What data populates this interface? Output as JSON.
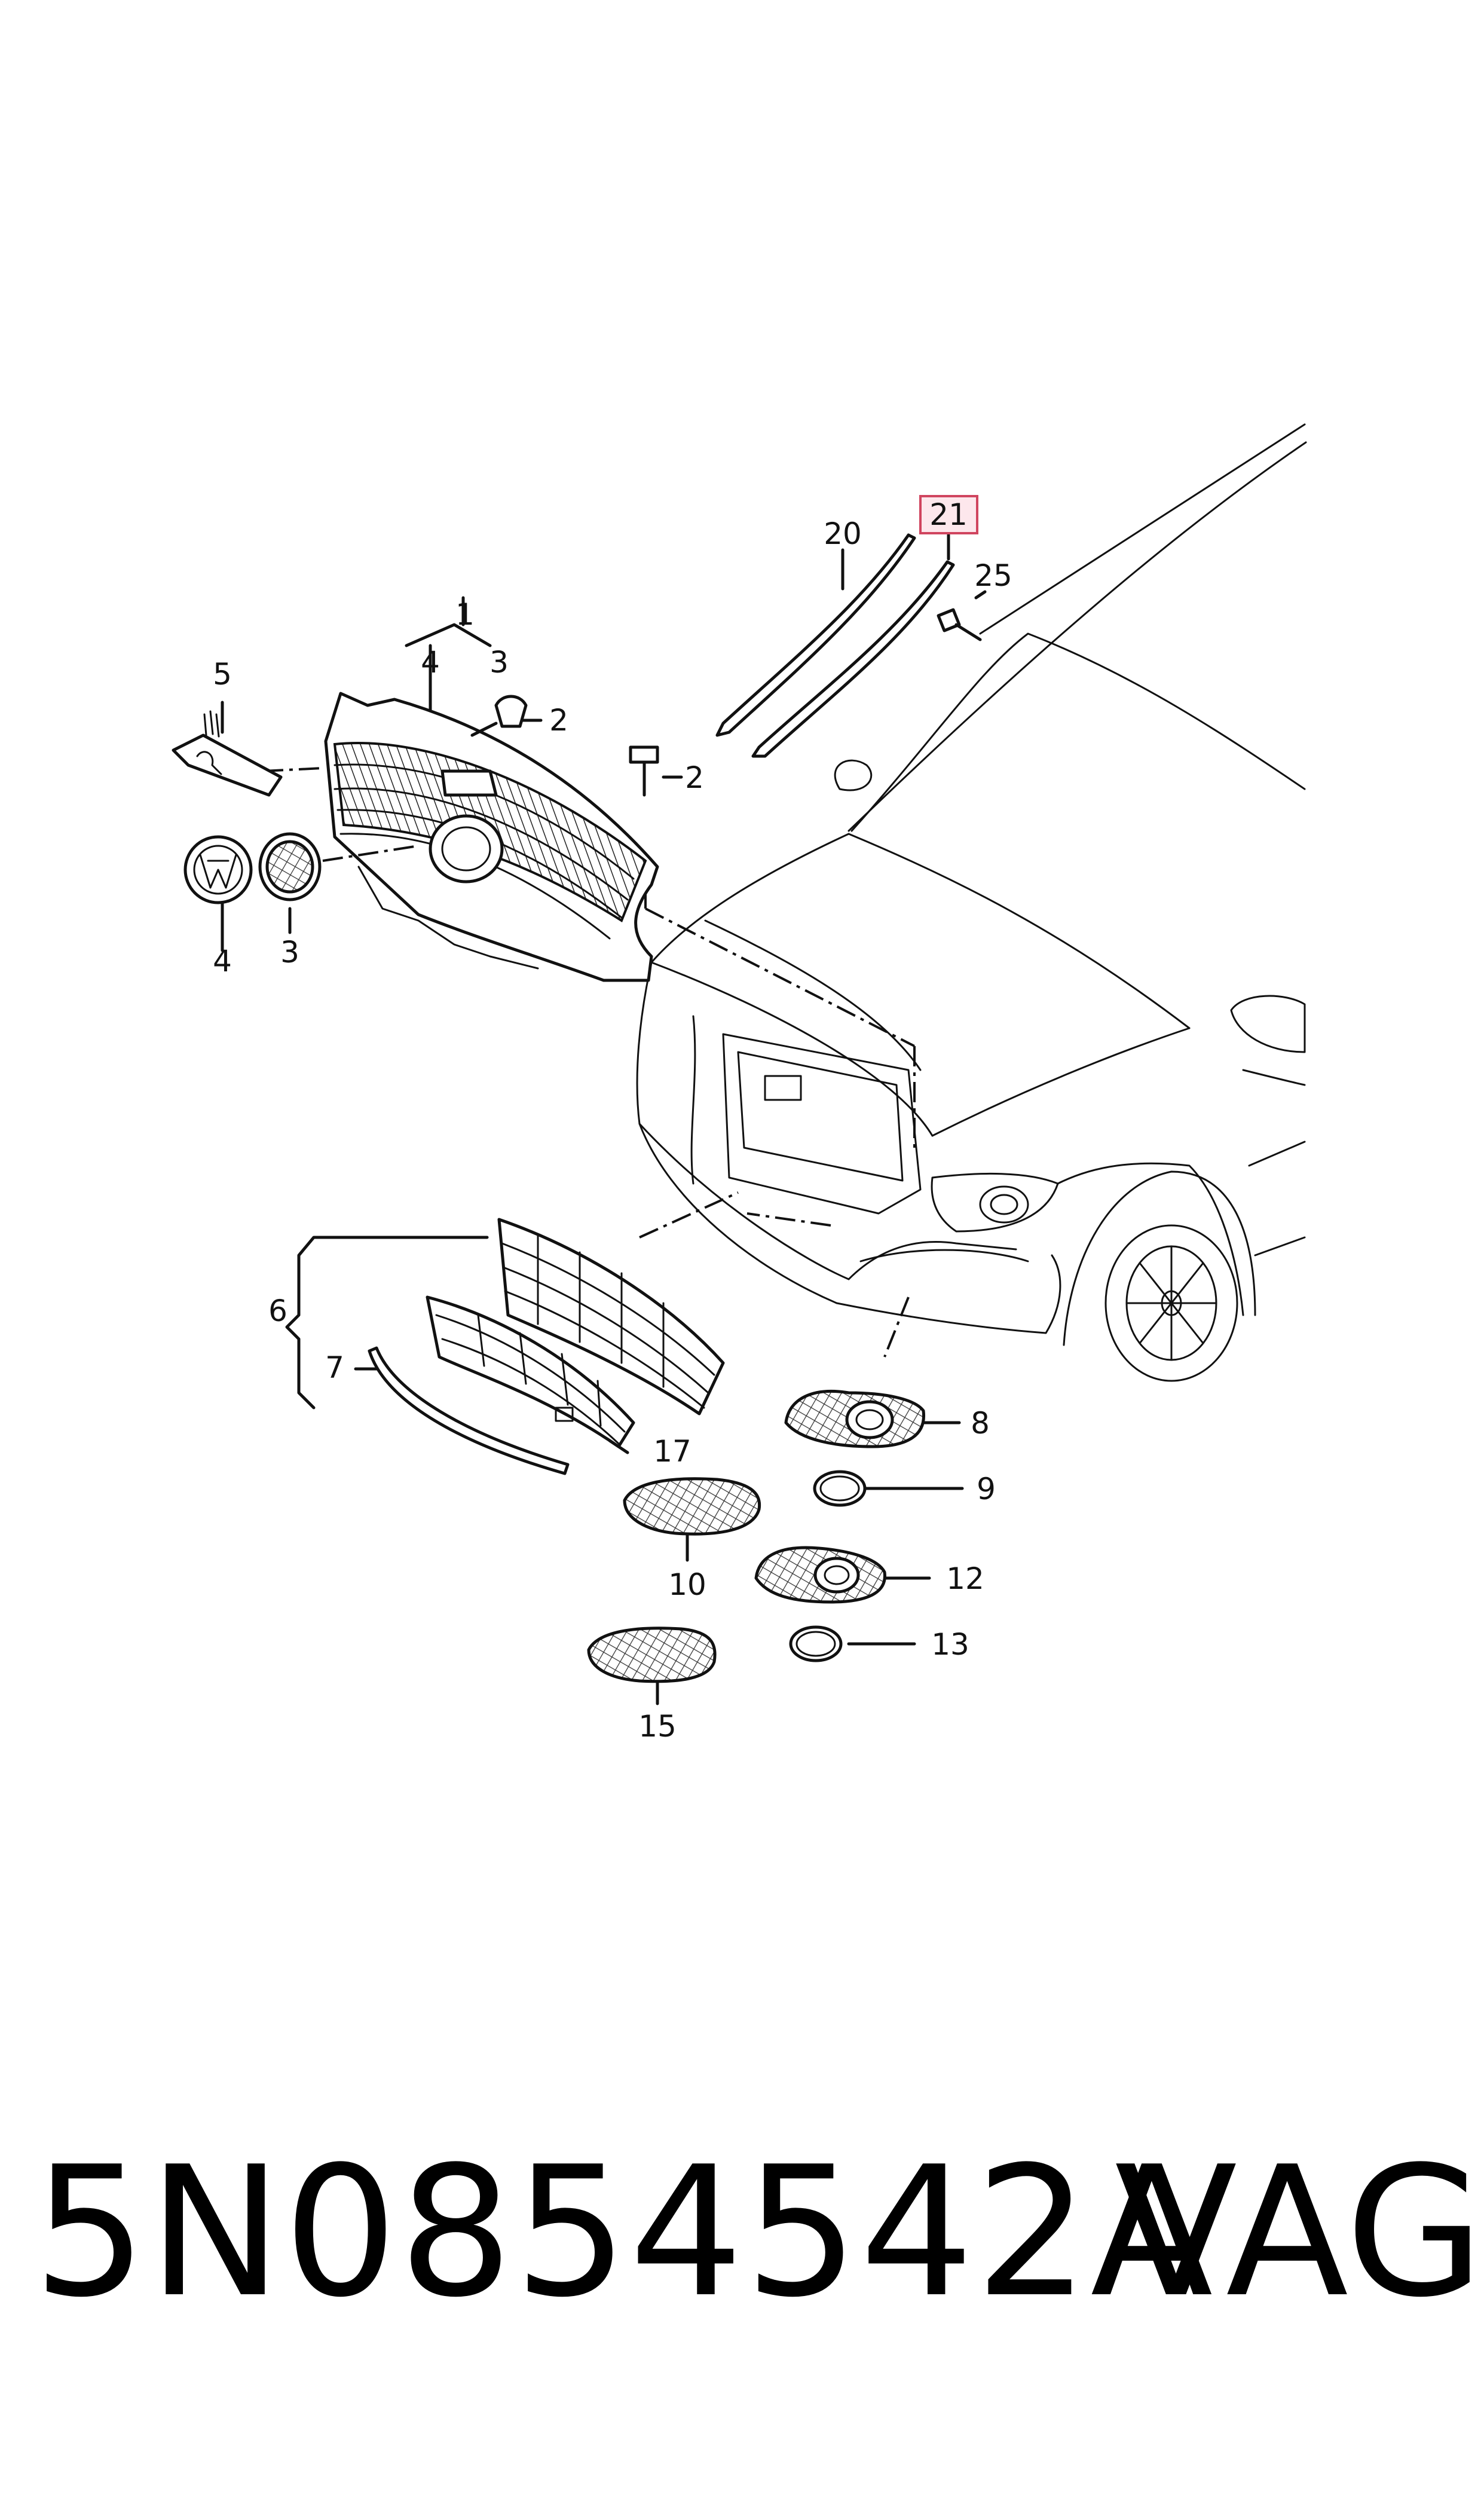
{
  "diagram": {
    "callouts": {
      "c1": "1",
      "c2a": "2",
      "c2b": "2",
      "c3a": "3",
      "c3b": "3",
      "c4a": "4",
      "c4b": "4",
      "c5": "5",
      "c6": "6",
      "c7": "7",
      "c8": "8",
      "c9": "9",
      "c10": "10",
      "c12": "12",
      "c13": "13",
      "c15": "15",
      "c17": "17",
      "c20": "20",
      "c21": "21",
      "c25": "25"
    },
    "highlighted_callout": "21"
  },
  "footer": {
    "part_number": "5N0854542A",
    "brand": "VAG"
  }
}
